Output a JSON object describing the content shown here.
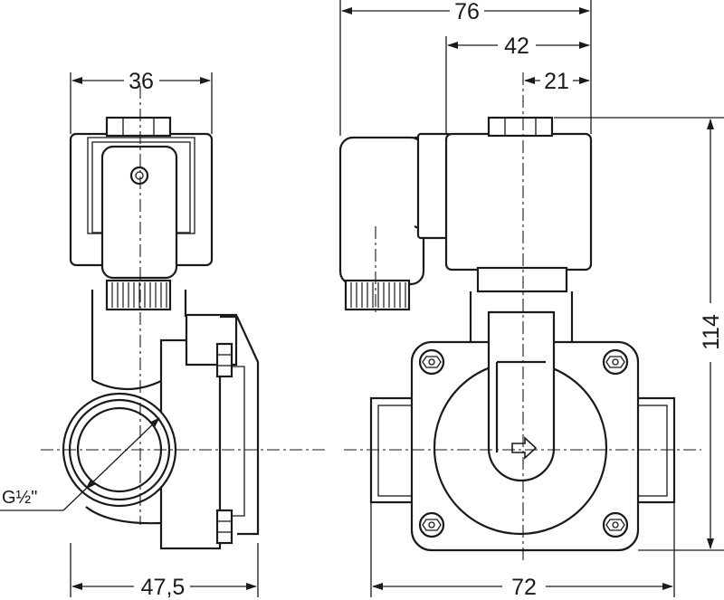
{
  "dimensions": {
    "front_width": "36",
    "body_depth": "47,5",
    "overall_width": "76",
    "coil_offset": "42",
    "axis_offset": "21",
    "height": "114",
    "port_width": "72"
  },
  "thread_label": "G½\""
}
